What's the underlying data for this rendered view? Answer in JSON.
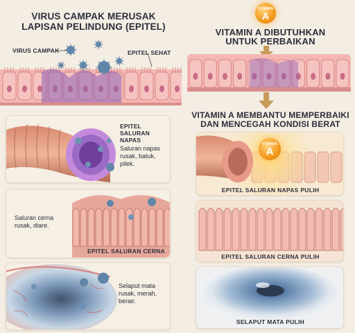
{
  "left": {
    "title": [
      "VIRUS CAMPAK MERUSAK",
      "LAPISAN PELINDUNG (EPITEL)"
    ],
    "virus_label": "VIRUS CAMPAK",
    "healthy_label": "EPITEL SEHAT",
    "panels": [
      {
        "heading": [
          "EPITEL",
          "SALURAN",
          "NAPAS"
        ],
        "caption": [
          "Saluran napas",
          "rusak, batuk,",
          "pilek."
        ]
      },
      {
        "heading": [
          "EPITEL SALURAN CERNA"
        ],
        "caption": [
          "Saluran cerna",
          "rusak, diare."
        ]
      },
      {
        "heading": [],
        "caption": [
          "Selaput mata",
          "rusak, merah,",
          "berair."
        ]
      }
    ]
  },
  "right": {
    "badge_small": "VITAMIN",
    "badge_letter": "A",
    "title1": [
      "VITAMIN A DIBUTUHKAN",
      "UNTUK PERBAIKAN"
    ],
    "title2": [
      "VITAMIN A MEMBANTU MEMPERBAIKI",
      "DAN MENCEGAH KONDISI BERAT"
    ],
    "panels": [
      "EPITEL SALURAN NAPAS PULIH",
      "EPITEL SALURAN CERNA PULIH",
      "SELAPUT MATA PULIH"
    ]
  },
  "colors": {
    "epithelium": "#f2a9a8",
    "virus": "#5f86a8",
    "damage": "#9a6fc0",
    "vitamin": "#f29a1d",
    "arrow": "#c79a5a"
  }
}
